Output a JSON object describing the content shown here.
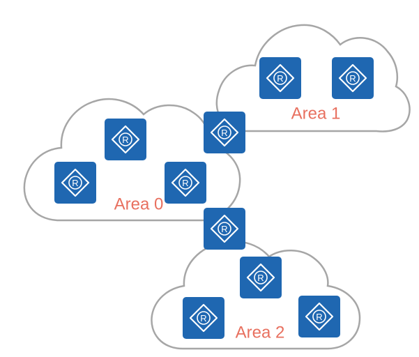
{
  "colors": {
    "area_label": "#e8705f",
    "router_fill": "#1f67b1",
    "router_glyph": "#ffffff",
    "cloud_stroke": "#a6a6a6"
  },
  "router_glyph_letter": "R",
  "router_icon_name": "router-icon",
  "areas": [
    {
      "label": "Area 1",
      "router_count": 2
    },
    {
      "label": "Area 0",
      "router_count": 3
    },
    {
      "label": "Area 2",
      "router_count": 3
    }
  ],
  "border_routers": [
    {
      "connects": [
        "Area 0",
        "Area 1"
      ]
    },
    {
      "connects": [
        "Area 0",
        "Area 2"
      ]
    }
  ]
}
